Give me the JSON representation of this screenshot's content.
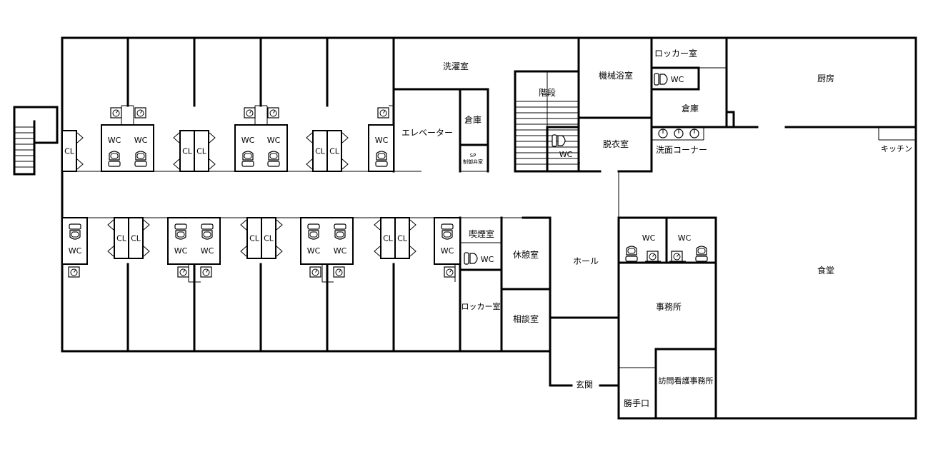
{
  "rooms": {
    "laundry": "洗濯室",
    "machine_bath": "機械浴室",
    "locker_upper": "ロッカー室",
    "storage_upper": "倉庫",
    "kitchen": "厨房",
    "stairs": "階段",
    "elevator": "エレベーター",
    "storage_elev": "倉庫",
    "sp_control_1": "SP",
    "sp_control_2": "制御弁室",
    "dressing": "脱衣室",
    "washroom": "洗面コーナー",
    "kitchenette": "キッチン",
    "smoking": "喫煙室",
    "rest": "休憩室",
    "hall": "ホール",
    "locker_lower": "ロッカー室",
    "consult": "相談室",
    "office": "事務所",
    "dining": "食堂",
    "nursing_office": "訪問看護事務所",
    "entrance": "玄関",
    "service_entrance": "勝手口"
  },
  "labels": {
    "wc": "WC",
    "cl": "CL"
  }
}
